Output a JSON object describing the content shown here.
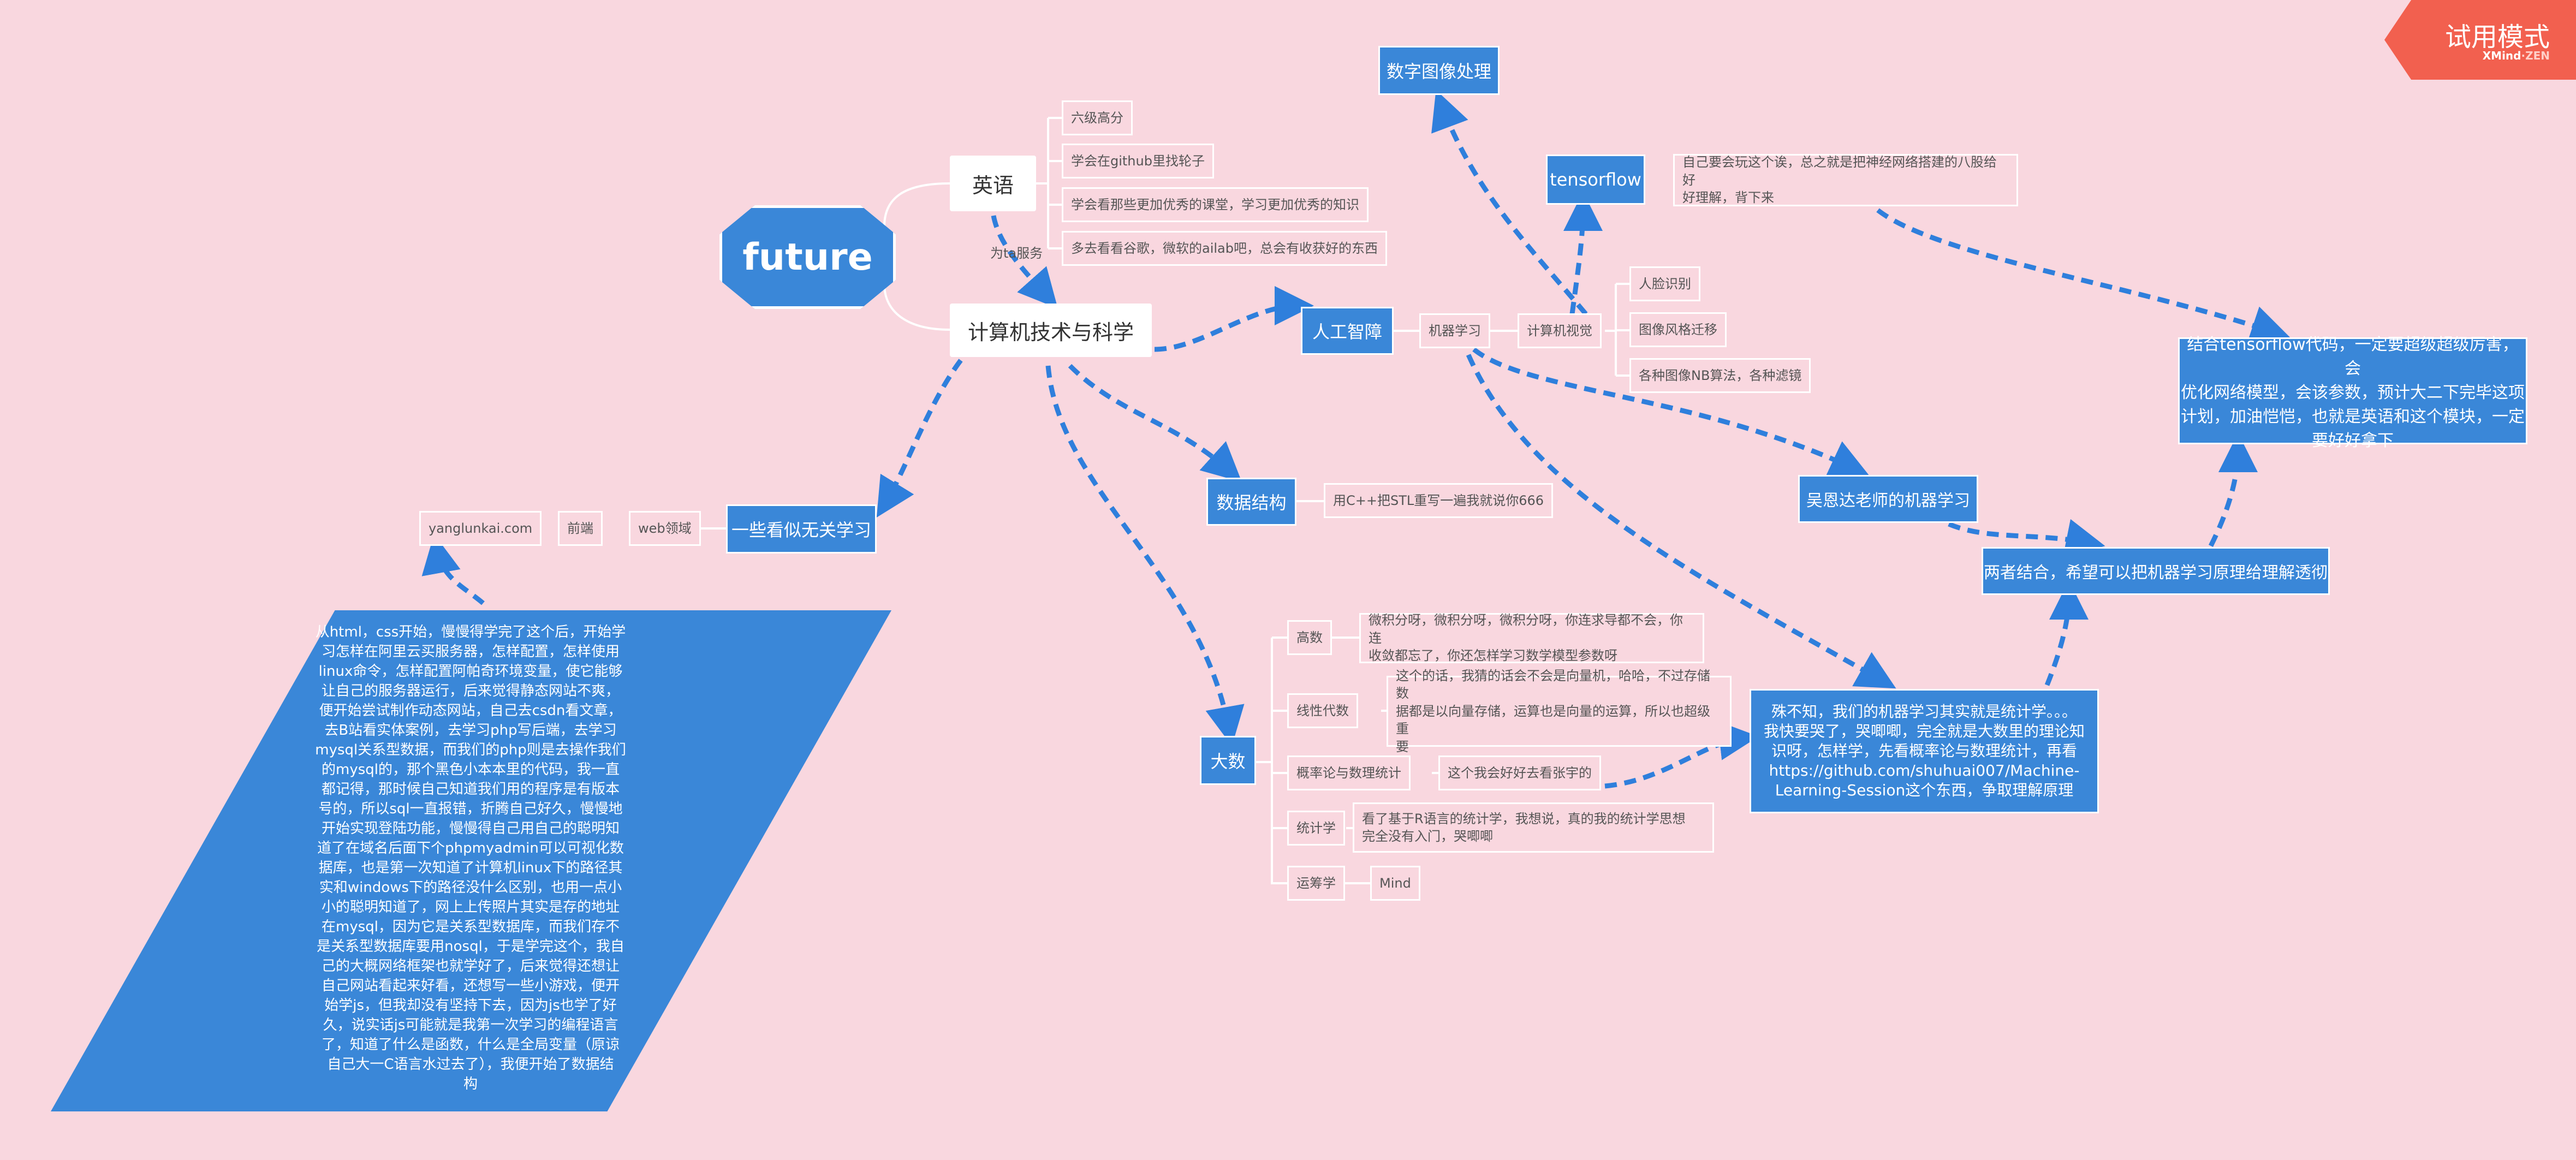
{
  "trial": {
    "title": "试用模式",
    "brand_a": "XMind",
    "brand_b": "ZEN"
  },
  "root": {
    "label": "future"
  },
  "english": {
    "label": "英语",
    "link_label": "为ta服务",
    "items": [
      "六级高分",
      "学会在github里找轮子",
      "学会看那些更加优秀的课堂，学习更加优秀的知识",
      "多去看看谷歌，微软的ailab吧，总会有收获好的东西"
    ]
  },
  "cs": {
    "label": "计算机技术与科学"
  },
  "ai": {
    "label": "人工智障",
    "ml": "机器学习",
    "cv": "计算机视觉",
    "cv_items": [
      "人脸识别",
      "图像风格迁移",
      "各种图像NB算法，各种滤镜"
    ],
    "image_processing": "数字图像处理",
    "tensorflow": "tensorflow",
    "tensorflow_note": [
      "自己要会玩这个诶，总之就是把神经网络搭建的八股给好",
      "好理解，背下来"
    ],
    "andrew": "吴恩达老师的机器学习",
    "combine": "两者结合，希望可以把机器学习原理给理解透彻",
    "goal": [
      "结合tensorflow代码，一定要超级超级厉害，会",
      "优化网络模型，会该参数，预计大二下完毕这项",
      "计划，加油恺恺，也就是英语和这个模块，一定",
      "要好好拿下"
    ]
  },
  "ds": {
    "label": "数据结构",
    "note": "用C++把STL重写一遍我就说你666"
  },
  "math": {
    "label": "大数",
    "items": [
      {
        "name": "高数",
        "note": [
          "微积分呀，微积分呀，微积分呀，你连求导都不会，你连",
          "收敛都忘了，你还怎样学习数学模型参数呀"
        ]
      },
      {
        "name": "线性代数",
        "note": [
          "这个的话，我猜的话会不会是向量机，哈哈，不过存储数",
          "据都是以向量存储，运算也是向量的运算，所以也超级重",
          "要"
        ]
      },
      {
        "name": "概率论与数理统计",
        "note": [
          "这个我会好好去看张宇的"
        ]
      },
      {
        "name": "统计学",
        "note": [
          "看了基于R语言的统计学，我想说，真的我的统计学思想",
          "完全没有入门，哭唧唧"
        ]
      },
      {
        "name": "运筹学",
        "note": [
          "Mind"
        ]
      }
    ],
    "stats_box": [
      "殊不知，我们的机器学习其实就是统计学。。。",
      "我快要哭了，哭唧唧，完全就是大数里的理论知",
      "识呀，怎样学，先看概率论与数理统计，再看",
      "https://github.com/shuhuai007/Machine-",
      "Learning-Session这个东西，争取理解原理"
    ]
  },
  "web": {
    "label": "一些看似无关学习",
    "web_field": "web领域",
    "frontend": "前端",
    "site": "yanglunkai.com",
    "story": [
      "从html，css开始，慢慢得学完了这个后，开始学",
      "习怎样在阿里云买服务器，怎样配置，怎样使用",
      "linux命令，怎样配置阿帕奇环境变量，使它能够",
      "让自己的服务器运行，后来觉得静态网站不爽，",
      "便开始尝试制作动态网站，自己去csdn看文章，",
      "去B站看实体案例，去学习php写后端，去学习",
      "mysql关系型数据，而我们的php则是去操作我们",
      "的mysql的，那个黑色小本本里的代码，我一直",
      "都记得，那时候自己知道我们用的程序是有版本",
      "号的，所以sql一直报错，折腾自己好久，慢慢地",
      "开始实现登陆功能，慢慢得自己用自己的聪明知",
      "道了在域名后面下个phpmyadmin可以可视化数",
      "据库，也是第一次知道了计算机linux下的路径其",
      "实和windows下的路径没什么区别，也用一点小",
      "小的聪明知道了，网上上传照片其实是存的地址",
      "在mysql，因为它是关系型数据库，而我们存不",
      "是关系型数据库要用nosql，于是学完这个，我自",
      "己的大概网络框架也就学好了，后来觉得还想让",
      "自己网站看起来好看，还想写一些小游戏，便开",
      "始学js，但我却没有坚持下去，因为js也学了好",
      "久，说实话js可能就是我第一次学习的编程语言",
      "了，知道了什么是函数，什么是全局变量（原谅",
      "自己大一C语言水过去了），我便开始了数据结",
      "构"
    ]
  },
  "colors": {
    "background": "#f9d7df",
    "node_blue": "#3a87d8",
    "arrow_blue": "#2f7fdc",
    "trial_red": "#f2604f"
  }
}
